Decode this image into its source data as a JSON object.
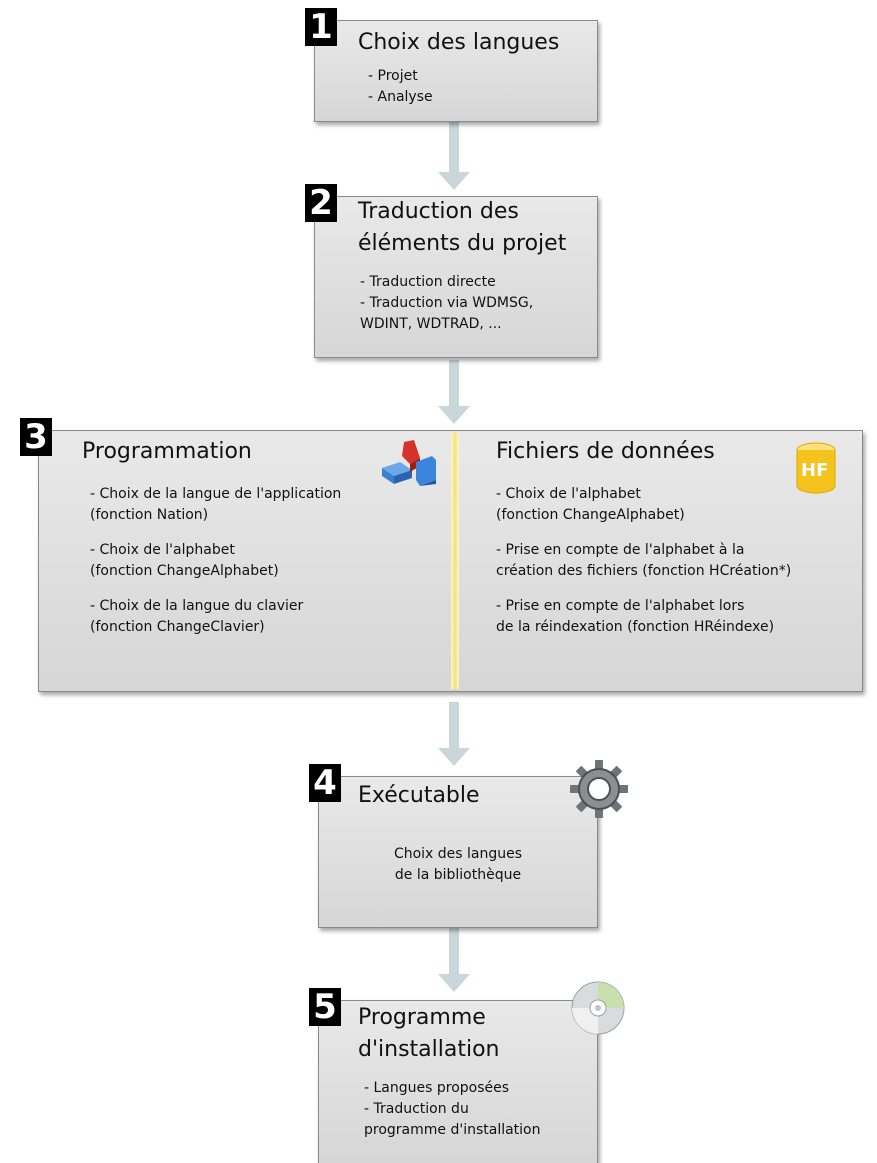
{
  "steps": [
    {
      "number": "1",
      "title": "Choix des langues",
      "items": [
        "- Projet",
        "- Analyse"
      ]
    },
    {
      "number": "2",
      "title": "Traduction des\néléments du projet",
      "items": [
        "- Traduction directe",
        "- Traduction via WDMSG,\n  WDINT, WDTRAD, ..."
      ]
    },
    {
      "number": "3",
      "left": {
        "title": "Programmation",
        "icon": "programming-blocks-icon",
        "items": [
          "- Choix de la langue de l'application\n  (fonction Nation)",
          "- Choix de l'alphabet\n  (fonction ChangeAlphabet)",
          "- Choix de la langue du clavier\n  (fonction ChangeClavier)"
        ]
      },
      "right": {
        "title": "Fichiers de données",
        "icon": "hf-database-icon",
        "icon_label": "HF",
        "items": [
          "- Choix de l'alphabet\n  (fonction ChangeAlphabet)",
          "- Prise en compte de l'alphabet à la\n  création des fichiers (fonction HCréation*)",
          "- Prise en compte de l'alphabet lors\n  de la réindexation (fonction HRéindexe)"
        ]
      }
    },
    {
      "number": "4",
      "title": "Exécutable",
      "icon": "gear-icon",
      "body": "Choix des langues\nde la bibliothèque"
    },
    {
      "number": "5",
      "title": "Programme\nd'installation",
      "icon": "cd-icon",
      "items": [
        "- Langues proposées",
        "- Traduction du\n  programme d'installation"
      ]
    }
  ],
  "colors": {
    "box": "#dcdcdc",
    "arrow": "#c9d6da",
    "divider": "#f3e27a",
    "badge": "#000000"
  }
}
